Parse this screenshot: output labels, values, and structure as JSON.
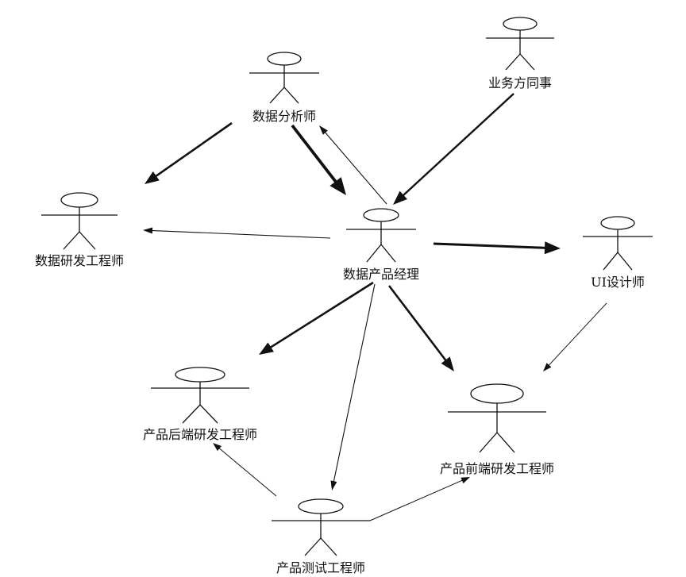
{
  "actors": {
    "analyst": "数据分析师",
    "business": "业务方同事",
    "data_rd": "数据研发工程师",
    "pm": "数据产品经理",
    "ui": "UI设计师",
    "backend": "产品后端研发工程师",
    "frontend": "产品前端研发工程师",
    "tester": "产品测试工程师"
  },
  "relations": [
    {
      "from": "analyst",
      "to": "data_rd"
    },
    {
      "from": "analyst",
      "to": "pm"
    },
    {
      "from": "pm",
      "to": "analyst"
    },
    {
      "from": "business",
      "to": "pm"
    },
    {
      "from": "pm",
      "to": "data_rd"
    },
    {
      "from": "pm",
      "to": "ui"
    },
    {
      "from": "pm",
      "to": "backend"
    },
    {
      "from": "pm",
      "to": "frontend"
    },
    {
      "from": "pm",
      "to": "tester"
    },
    {
      "from": "ui",
      "to": "frontend"
    },
    {
      "from": "tester",
      "to": "backend"
    },
    {
      "from": "tester",
      "to": "frontend"
    }
  ],
  "colors": {
    "line": "#111111",
    "background": "#ffffff"
  }
}
